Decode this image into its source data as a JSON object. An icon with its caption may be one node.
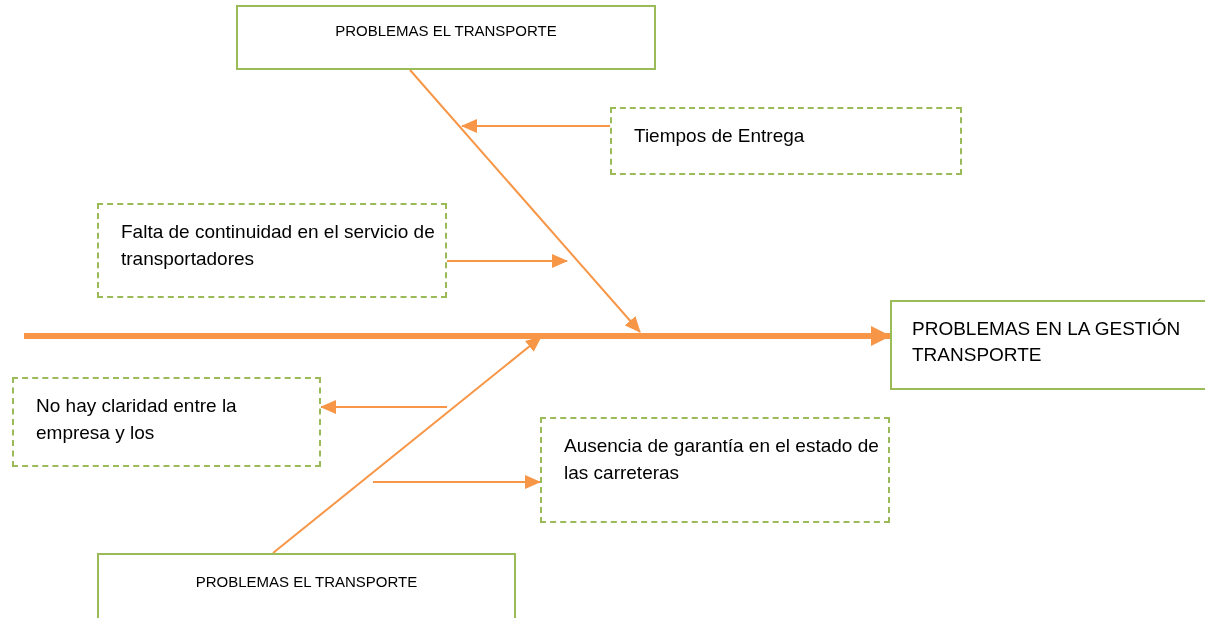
{
  "diagram": {
    "nodes": [
      {
        "text": [
          "PROBLEMAS EL TRANSPORTE"
        ]
      },
      {
        "text": [
          "Tiempos de Entrega"
        ]
      },
      {
        "text": [
          "Falta de continuidad en el servicio de transportadores"
        ]
      },
      {
        "text": [
          "PROBLEMAS EN LA GESTIÓN  TRANSPORTE"
        ]
      },
      {
        "text": [
          "No hay claridad entre la empresa y los"
        ]
      },
      {
        "text": [
          "Ausencia de garantía  en el estado de las carreteras"
        ]
      },
      {
        "text": [
          "PROBLEMAS EL TRANSPORTE"
        ]
      }
    ],
    "edges": [
      {
        "from": null,
        "to": 3,
        "arrow": "to",
        "style": "thick"
      },
      {
        "from": 0,
        "to": null,
        "arrow": "to"
      },
      {
        "from": 6,
        "to": null,
        "arrow": "to"
      },
      {
        "from": 1,
        "to": null,
        "arrow": "to"
      },
      {
        "from": 2,
        "to": null,
        "arrow": "to"
      },
      {
        "from": null,
        "to": 4,
        "arrow": "to"
      },
      {
        "from": null,
        "to": 5,
        "arrow": "to"
      }
    ]
  }
}
